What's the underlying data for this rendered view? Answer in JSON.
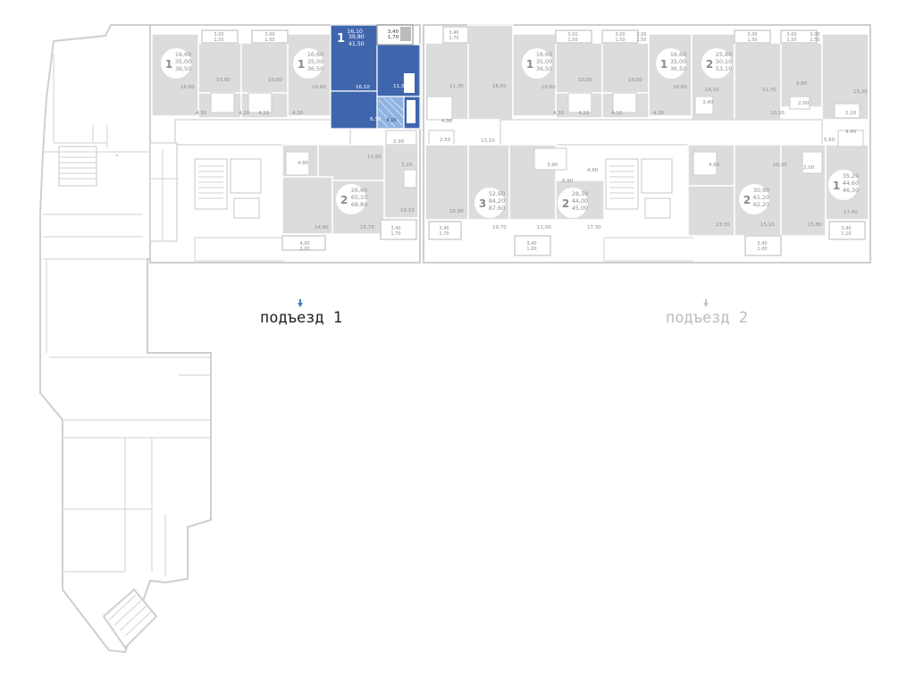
{
  "entrances": [
    {
      "label": "подъезд 1",
      "active": true
    },
    {
      "label": "подъезд 2",
      "active": false
    }
  ],
  "selected_apartment": {
    "rooms": "1",
    "living": "16,10",
    "total": "39,80",
    "total_with_balcony": "41,50",
    "room_area": "16,10",
    "kitchen": "11,30",
    "hallway": "8,30",
    "bath": "4,10",
    "balcony": "3,40",
    "balcony_reduced": "1,70"
  },
  "apartments": [
    {
      "id": "a1",
      "rooms": "1",
      "lines": [
        "16,60",
        "35,00",
        "36,50"
      ]
    },
    {
      "id": "a2",
      "rooms": "1",
      "lines": [
        "16,60",
        "35,00",
        "36,50"
      ]
    },
    {
      "id": "a3",
      "rooms": "2",
      "lines": [
        "26,60",
        "65,10",
        "68,80"
      ]
    },
    {
      "id": "a4",
      "rooms": "1",
      "lines": [
        "16,60",
        "35,00",
        "36,50"
      ]
    },
    {
      "id": "a5",
      "rooms": "1",
      "lines": [
        "16,60",
        "35,00",
        "36,50"
      ]
    },
    {
      "id": "a6",
      "rooms": "2",
      "lines": [
        "25,80",
        "50,10",
        "53,10"
      ]
    },
    {
      "id": "a7",
      "rooms": "3",
      "lines": [
        "52,60",
        "84,20",
        "87,60"
      ]
    },
    {
      "id": "a8",
      "rooms": "2",
      "lines": [
        "28,30",
        "44,00",
        "45,00"
      ]
    },
    {
      "id": "a9",
      "rooms": "2",
      "lines": [
        "30,90",
        "61,20",
        "62,20"
      ]
    },
    {
      "id": "a10",
      "rooms": "1",
      "lines": [
        "35,20",
        "44,60",
        "46,30"
      ]
    }
  ],
  "room_labels": [
    {
      "id": "r1",
      "text": "16,60"
    },
    {
      "id": "r2",
      "text": "10,00"
    },
    {
      "id": "r3",
      "text": "10,00"
    },
    {
      "id": "r4",
      "text": "16,60"
    },
    {
      "id": "r5",
      "text": "4,30"
    },
    {
      "id": "r6",
      "text": "4,10"
    },
    {
      "id": "r7",
      "text": "4,10"
    },
    {
      "id": "r8",
      "text": "4,30"
    },
    {
      "id": "r9",
      "text": "11,30"
    },
    {
      "id": "r10",
      "text": "16,00"
    },
    {
      "id": "r11",
      "text": "16,60"
    },
    {
      "id": "r12",
      "text": "10,00"
    },
    {
      "id": "r13",
      "text": "10,00"
    },
    {
      "id": "r14",
      "text": "16,60"
    },
    {
      "id": "r15",
      "text": "4,30"
    },
    {
      "id": "r16",
      "text": "4,10"
    },
    {
      "id": "r17",
      "text": "4,10"
    },
    {
      "id": "r18",
      "text": "4,30"
    },
    {
      "id": "r19",
      "text": "14,10"
    },
    {
      "id": "r20",
      "text": "11,70"
    },
    {
      "id": "r21",
      "text": "9,80"
    },
    {
      "id": "r22",
      "text": "15,20"
    },
    {
      "id": "r23",
      "text": "10,20"
    },
    {
      "id": "r24",
      "text": "2,00"
    },
    {
      "id": "r25",
      "text": "2,10"
    },
    {
      "id": "r26",
      "text": "3,40"
    },
    {
      "id": "r27",
      "text": "4,90"
    },
    {
      "id": "r28",
      "text": "2,50"
    },
    {
      "id": "r29",
      "text": "13,10"
    },
    {
      "id": "r30",
      "text": "13,60"
    },
    {
      "id": "r31",
      "text": "2,90"
    },
    {
      "id": "r32",
      "text": "3,20"
    },
    {
      "id": "r33",
      "text": "4,80"
    },
    {
      "id": "r34",
      "text": "14,90"
    },
    {
      "id": "r35",
      "text": "15,70"
    },
    {
      "id": "r36",
      "text": "10,10"
    },
    {
      "id": "r37",
      "text": "3,90"
    },
    {
      "id": "r38",
      "text": "4,90"
    },
    {
      "id": "r39",
      "text": "6,90"
    },
    {
      "id": "r40",
      "text": "16,90"
    },
    {
      "id": "r41",
      "text": "19,70"
    },
    {
      "id": "r42",
      "text": "11,00"
    },
    {
      "id": "r43",
      "text": "17,30"
    },
    {
      "id": "r44",
      "text": "4,80"
    },
    {
      "id": "r45",
      "text": "10,20"
    },
    {
      "id": "r46",
      "text": "2,00"
    },
    {
      "id": "r47",
      "text": "13,30"
    },
    {
      "id": "r48",
      "text": "15,10"
    },
    {
      "id": "r49",
      "text": "15,80"
    },
    {
      "id": "r50",
      "text": "17,40"
    },
    {
      "id": "r51",
      "text": "5,60"
    },
    {
      "id": "r52",
      "text": "4,40"
    }
  ],
  "balconies": [
    {
      "id": "b1",
      "lines": [
        "3,00",
        "1,50"
      ]
    },
    {
      "id": "b2",
      "lines": [
        "3,00",
        "1,50"
      ]
    },
    {
      "id": "b3",
      "lines": [
        "3,40",
        "1,70"
      ]
    },
    {
      "id": "b4",
      "lines": [
        "3,00",
        "1,50"
      ]
    },
    {
      "id": "b5",
      "lines": [
        "3,00",
        "1,50"
      ]
    },
    {
      "id": "b6",
      "lines": [
        "3,00",
        "1,50"
      ]
    },
    {
      "id": "b7",
      "lines": [
        "3,00",
        "1,50"
      ]
    },
    {
      "id": "b8",
      "lines": [
        "3,00",
        "1,50"
      ]
    },
    {
      "id": "b9",
      "lines": [
        "3,00",
        "1,50"
      ]
    },
    {
      "id": "b10",
      "lines": [
        "4,00",
        "2,00"
      ]
    },
    {
      "id": "b11",
      "lines": [
        "3,40",
        "1,70"
      ]
    },
    {
      "id": "b12",
      "lines": [
        "3,40",
        "1,70"
      ]
    },
    {
      "id": "b13",
      "lines": [
        "3,40",
        "1,00"
      ]
    },
    {
      "id": "b14",
      "lines": [
        "3,40",
        "1,00"
      ]
    },
    {
      "id": "b15",
      "lines": [
        "3,40",
        "1,10"
      ]
    }
  ]
}
